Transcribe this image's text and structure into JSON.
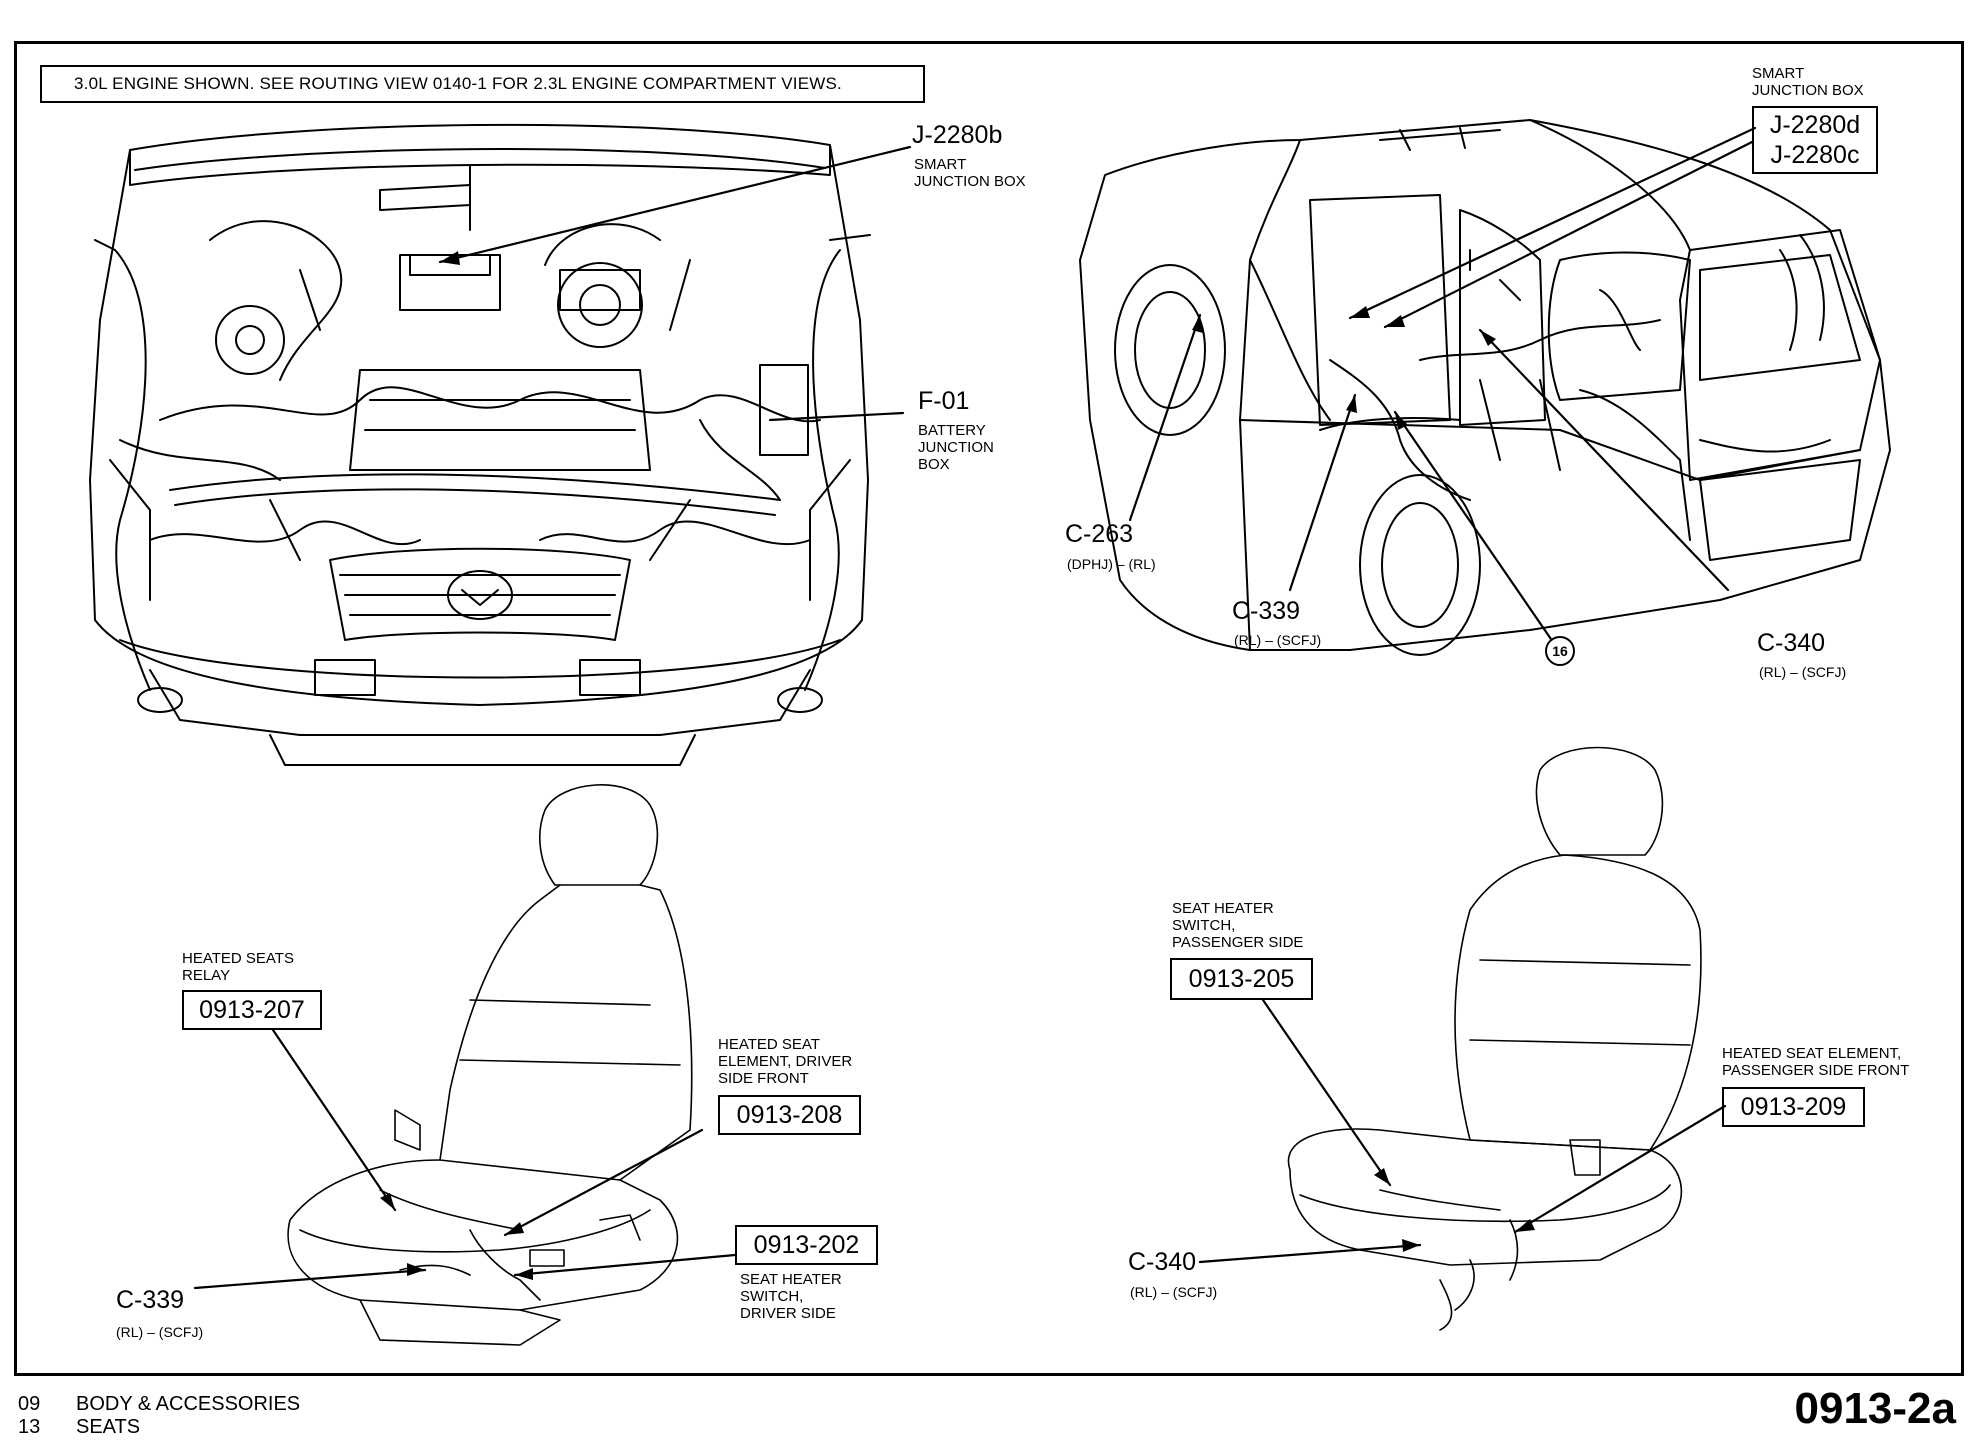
{
  "note": "3.0L ENGINE SHOWN. SEE ROUTING VIEW 0140-1 FOR 2.3L ENGINE COMPARTMENT VIEWS.",
  "engine": {
    "j2280b": {
      "code": "J-2280b",
      "caption": "SMART\nJUNCTION BOX"
    },
    "f01": {
      "code": "F-01",
      "caption": "BATTERY\nJUNCTION\nBOX"
    }
  },
  "vehicle": {
    "smart_caption": "SMART\nJUNCTION BOX",
    "j2280d": "J-2280d",
    "j2280c": "J-2280c",
    "c263": {
      "code": "C-263",
      "sub": "(DPHJ) – (RL)"
    },
    "c339": {
      "code": "C-339",
      "sub": "(RL) – (SCFJ)"
    },
    "c340": {
      "code": "C-340",
      "sub": "(RL) – (SCFJ)"
    },
    "ref": "16"
  },
  "driver_seat": {
    "relay_caption": "HEATED SEATS\nRELAY",
    "relay_code": "0913-207",
    "element_caption": "HEATED SEAT\nELEMENT, DRIVER\nSIDE FRONT",
    "element_code": "0913-208",
    "switch_code": "0913-202",
    "switch_caption": "SEAT HEATER\nSWITCH,\nDRIVER SIDE",
    "c339": {
      "code": "C-339",
      "sub": "(RL) – (SCFJ)"
    }
  },
  "passenger_seat": {
    "switch_caption": "SEAT HEATER\nSWITCH,\nPASSENGER SIDE",
    "switch_code": "0913-205",
    "element_caption": "HEATED SEAT ELEMENT,\nPASSENGER SIDE FRONT",
    "element_code": "0913-209",
    "c340": {
      "code": "C-340",
      "sub": "(RL) – (SCFJ)"
    }
  },
  "footer": {
    "num1": "09",
    "section1": "BODY & ACCESSORIES",
    "num2": "13",
    "section2": "SEATS",
    "page": "0913-2a"
  }
}
